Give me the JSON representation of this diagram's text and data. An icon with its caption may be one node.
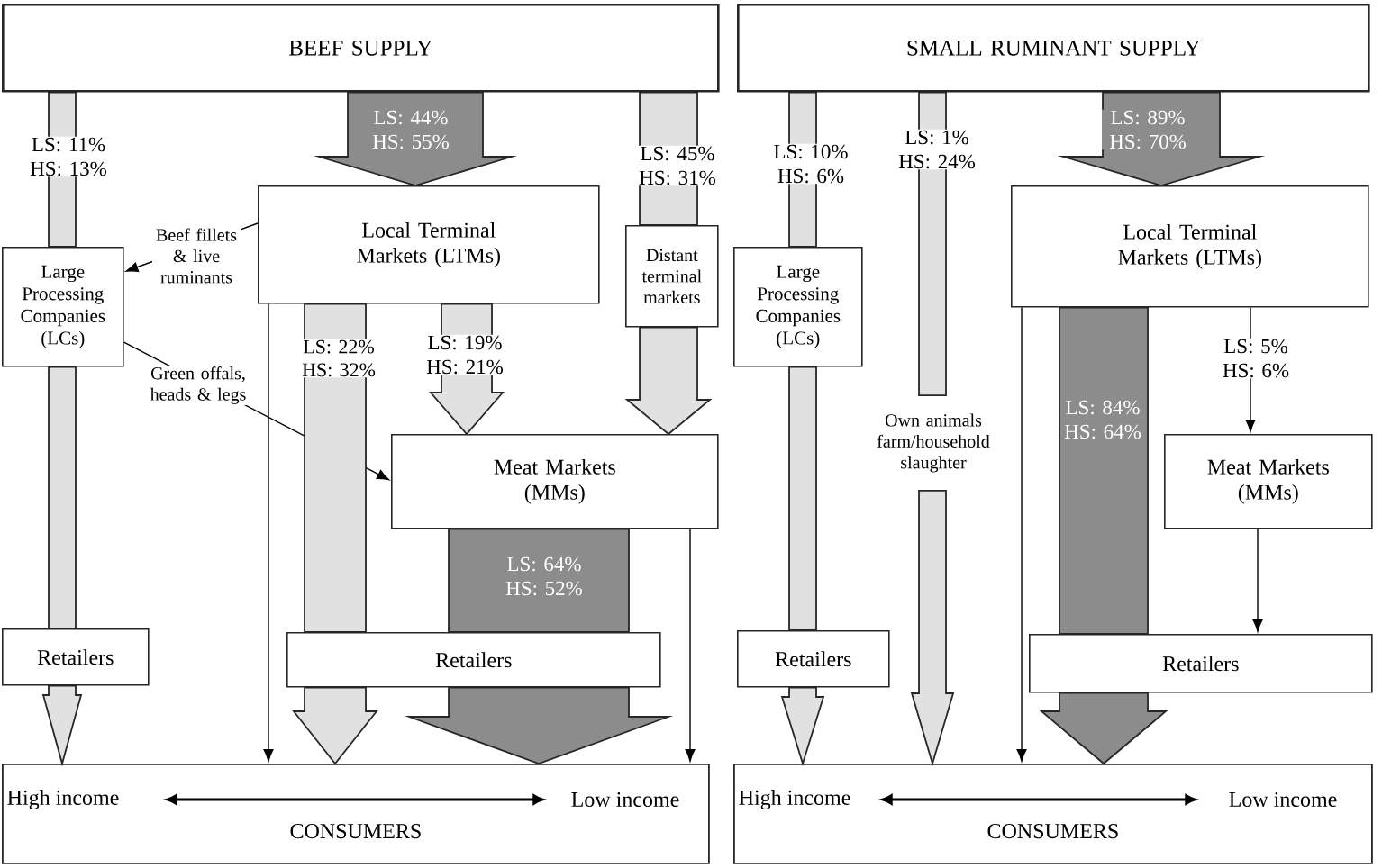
{
  "diagram": {
    "nodes": [
      {
        "text": [
          "BEEF SUPPLY"
        ]
      },
      {
        "text": [
          "Large Processing Companies (LCs)"
        ]
      },
      {
        "text": [
          "Local Terminal Markets (LTMs)"
        ]
      },
      {
        "text": [
          "Distant terminal markets"
        ]
      },
      {
        "text": [
          "Meat Markets (MMs)"
        ]
      },
      {
        "text": [
          "Retailers"
        ]
      },
      {
        "text": [
          "Retailers"
        ]
      },
      {
        "text": [
          "CONSUMERS"
        ]
      },
      {
        "text": [
          "High income"
        ],
        "in": 7
      },
      {
        "text": [
          "Low income"
        ],
        "in": 7
      },
      {
        "text": [
          "SMALL RUMINANT SUPPLY"
        ]
      },
      {
        "text": [
          "Large Processing Companies (LCs)"
        ]
      },
      {
        "text": [
          "Own animals farm/household slaughter"
        ]
      },
      {
        "text": [
          "Local Terminal Markets (LTMs)"
        ]
      },
      {
        "text": [
          "Meat Markets (MMs)"
        ]
      },
      {
        "text": [
          "Retailers"
        ]
      },
      {
        "text": [
          "Retailers"
        ]
      },
      {
        "text": [
          "CONSUMERS"
        ]
      },
      {
        "text": [
          "High income"
        ],
        "in": 17
      },
      {
        "text": [
          "Low income"
        ],
        "in": 17
      }
    ],
    "edges": [
      {
        "from": 0,
        "to": 1,
        "arrow": "none",
        "style": "thick",
        "label": "LS: 11% HS: 13%"
      },
      {
        "from": 1,
        "to": 5,
        "arrow": "none",
        "style": "thick"
      },
      {
        "from": 5,
        "to": 7,
        "arrow": "to",
        "style": "thick"
      },
      {
        "from": 0,
        "to": 2,
        "arrow": "to",
        "style": "thick",
        "color": "#8c8c8c",
        "label": "LS: 44% HS: 55%"
      },
      {
        "from": 0,
        "to": 3,
        "arrow": "none",
        "style": "thick",
        "label": "LS: 45% HS: 31%"
      },
      {
        "from": 3,
        "to": 4,
        "arrow": "to",
        "style": "thick"
      },
      {
        "from": 2,
        "to": 4,
        "arrow": "to",
        "style": "thick",
        "label": "LS: 19% HS: 21%"
      },
      {
        "from": 2,
        "to": 6,
        "arrow": "none",
        "style": "thick",
        "label": "LS: 22% HS: 32%"
      },
      {
        "from": 6,
        "to": 7,
        "arrow": "to",
        "style": "thick"
      },
      {
        "from": 4,
        "to": 6,
        "arrow": "none",
        "style": "thick",
        "color": "#8c8c8c",
        "label": "LS: 64% HS: 52%"
      },
      {
        "from": 6,
        "to": 7,
        "arrow": "to",
        "style": "thick",
        "color": "#8c8c8c"
      },
      {
        "from": 2,
        "to": 7,
        "arrow": "to"
      },
      {
        "from": 4,
        "to": 7,
        "arrow": "to"
      },
      {
        "from": 2,
        "to": 1,
        "arrow": "to",
        "label": "Beef fillets & live ruminants"
      },
      {
        "from": 1,
        "to": 4,
        "arrow": "to",
        "label": "Green offals, heads & legs"
      },
      {
        "from": 8,
        "to": 9,
        "arrow": "both"
      },
      {
        "from": 10,
        "to": 11,
        "arrow": "none",
        "style": "thick",
        "label": "LS: 10% HS: 6%"
      },
      {
        "from": 11,
        "to": 15,
        "arrow": "none",
        "style": "thick"
      },
      {
        "from": 15,
        "to": 17,
        "arrow": "to",
        "style": "thick"
      },
      {
        "from": 10,
        "to": 12,
        "arrow": "none",
        "style": "thick",
        "label": "LS: 1% HS: 24%"
      },
      {
        "from": 12,
        "to": 17,
        "arrow": "to",
        "style": "thick"
      },
      {
        "from": 10,
        "to": 13,
        "arrow": "to",
        "style": "thick",
        "color": "#8c8c8c",
        "label": "LS: 89% HS: 70%"
      },
      {
        "from": 13,
        "to": 16,
        "arrow": "none",
        "style": "thick",
        "color": "#8c8c8c",
        "label": "LS: 84% HS: 64%"
      },
      {
        "from": 16,
        "to": 17,
        "arrow": "to",
        "style": "thick",
        "color": "#8c8c8c"
      },
      {
        "from": 13,
        "to": 14,
        "arrow": "to",
        "label": "LS: 5% HS: 6%"
      },
      {
        "from": 14,
        "to": 16,
        "arrow": "to"
      },
      {
        "from": 13,
        "to": 17,
        "arrow": "to"
      },
      {
        "from": 18,
        "to": 19,
        "arrow": "both"
      }
    ]
  }
}
